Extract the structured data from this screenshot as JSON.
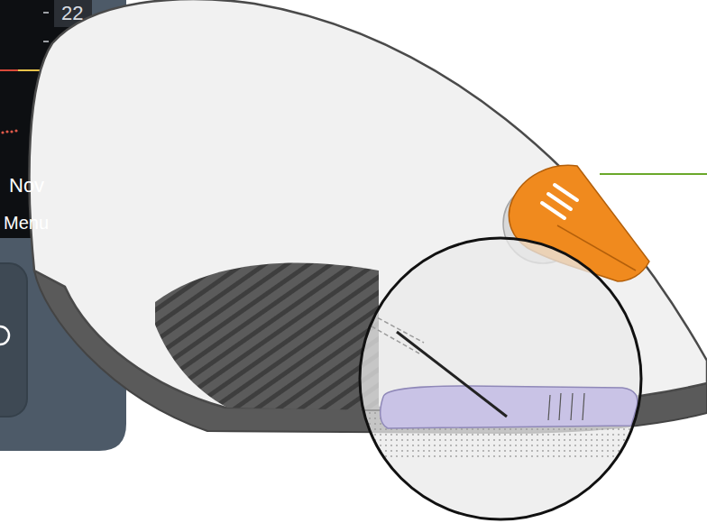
{
  "diagram": {
    "labels": [
      "22",
      "Nov",
      "Menu"
    ]
  }
}
